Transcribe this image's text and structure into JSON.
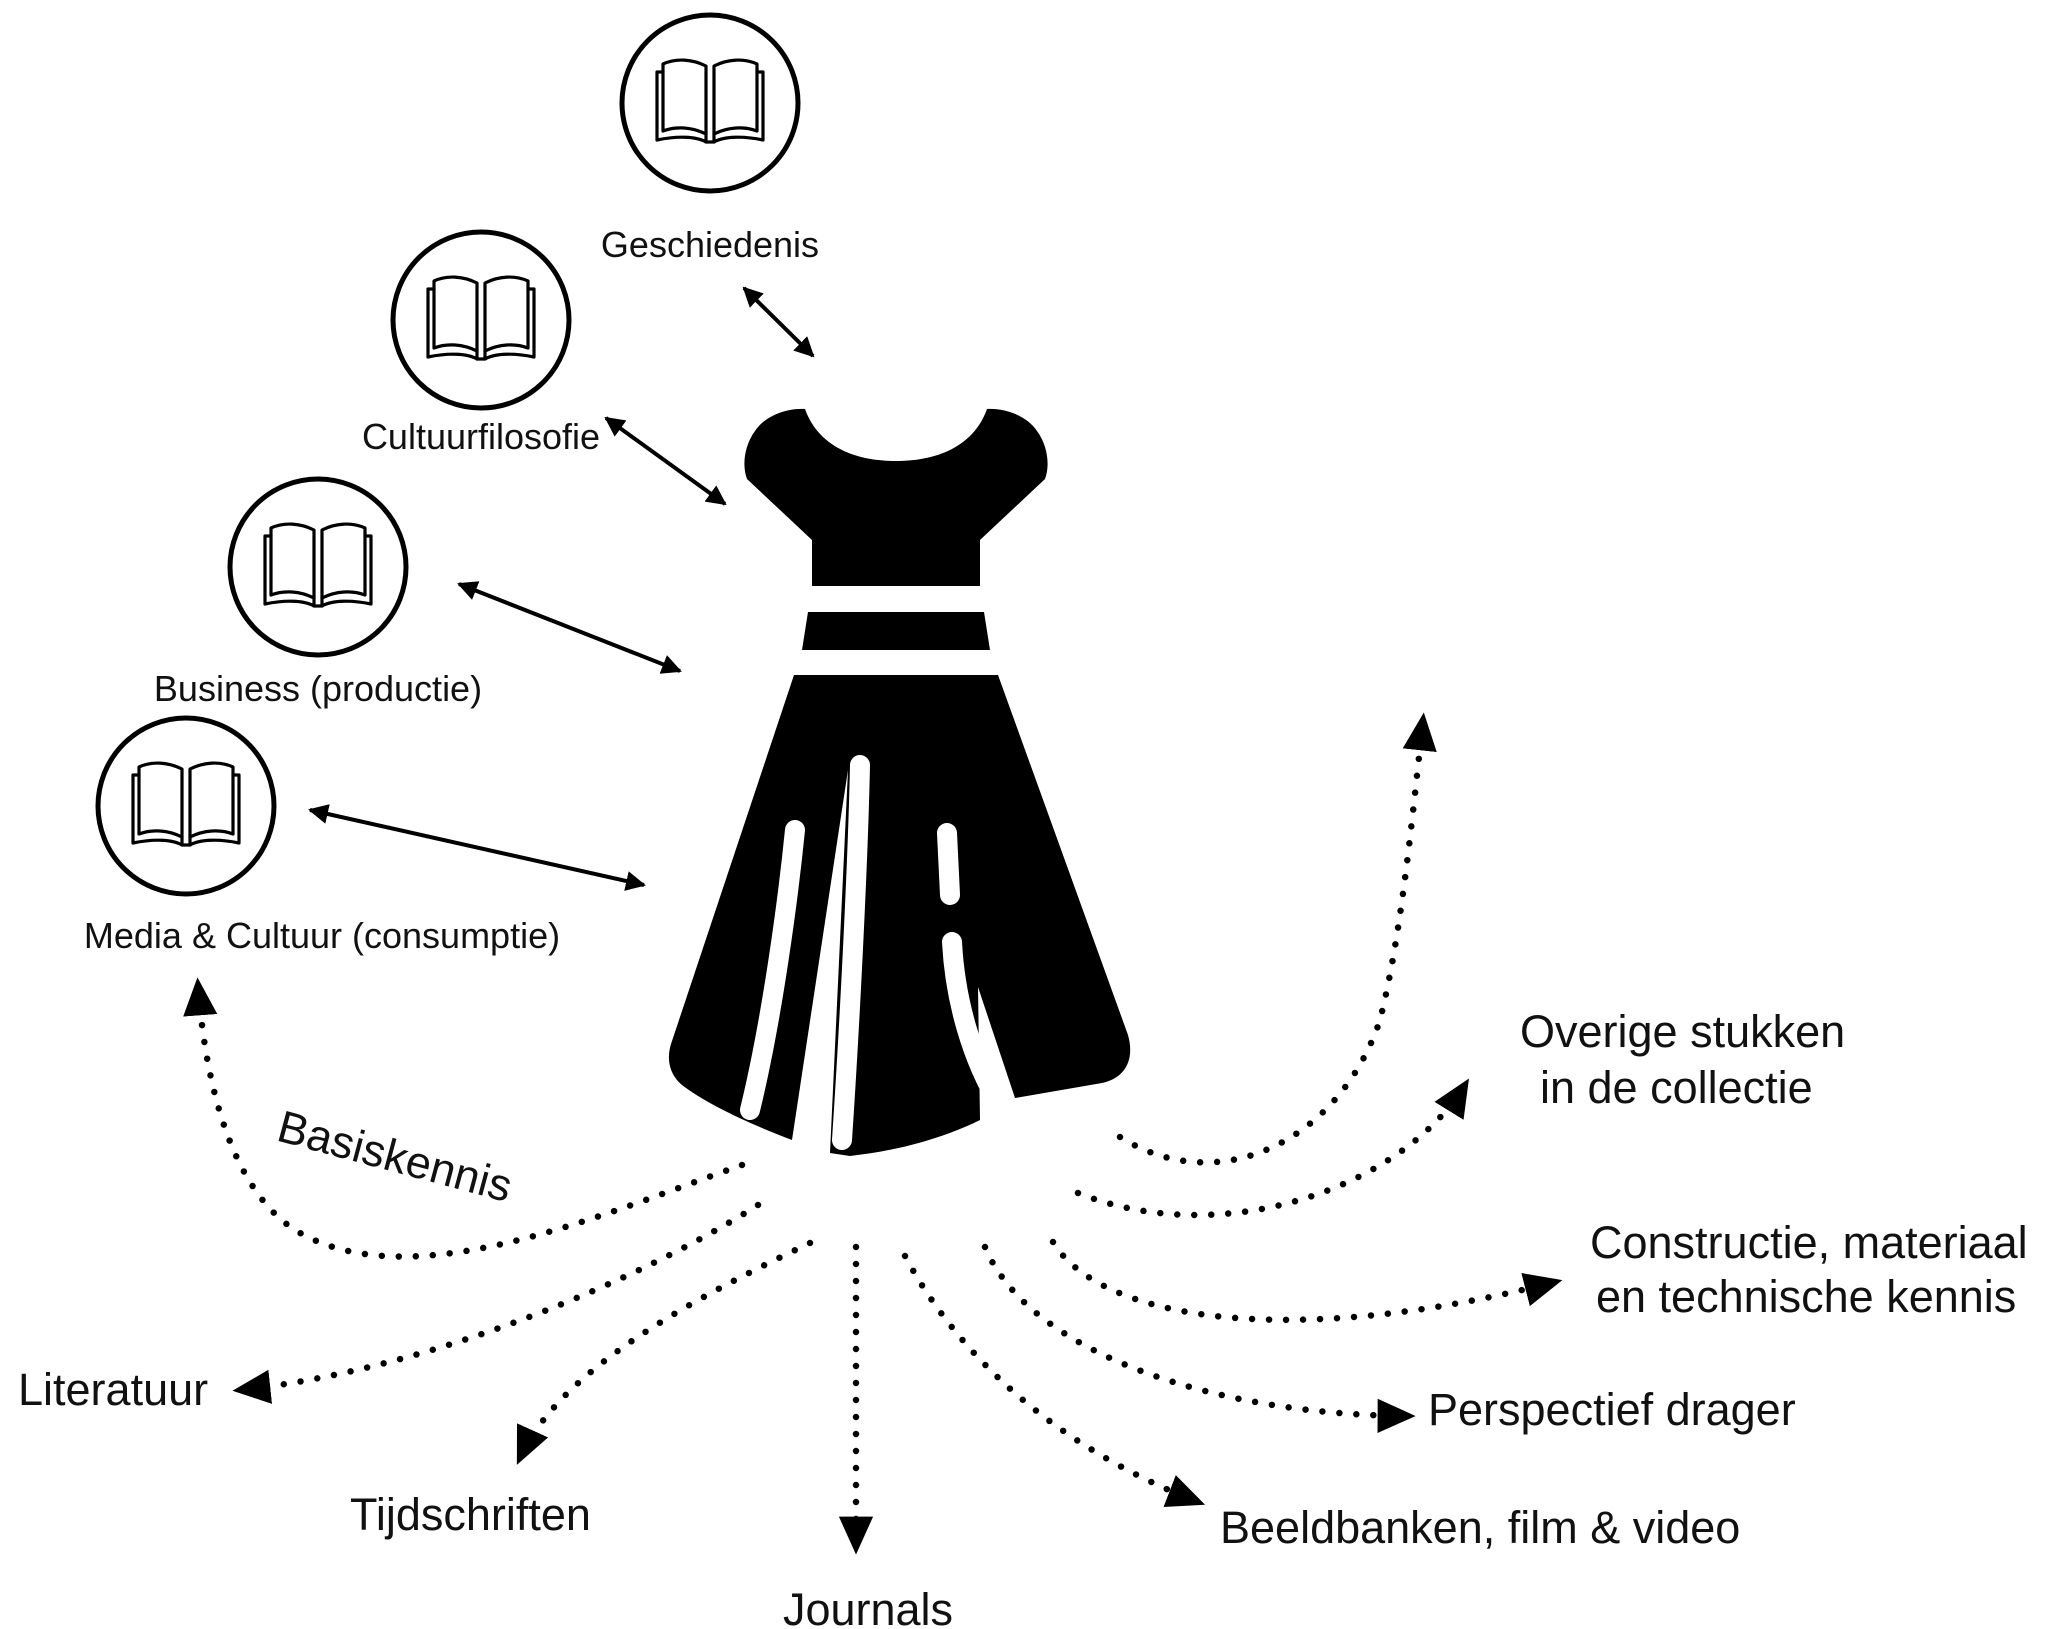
{
  "knowledge_sources": [
    {
      "id": "geschiedenis",
      "label": "Geschiedenis",
      "icon": "book-icon"
    },
    {
      "id": "cultuurfilosofie",
      "label": "Cultuurfilosofie",
      "icon": "book-icon"
    },
    {
      "id": "business",
      "label": "Business (productie)",
      "icon": "book-icon"
    },
    {
      "id": "media",
      "label": "Media & Cultuur (consumptie)",
      "icon": "book-icon"
    }
  ],
  "center_object": {
    "icon": "dress-icon"
  },
  "basis_label": "Basiskennis",
  "outputs": {
    "literatuur": "Literatuur",
    "tijdschriften": "Tijdschriften",
    "journals": "Journals",
    "beeldbanken": "Beeldbanken, film & video",
    "perspectief": "Perspectief drager",
    "constructie_line1": "Constructie, materiaal",
    "constructie_line2": "en technische kennis",
    "overige_line1": "Overige stukken",
    "overige_line2": "in  de collectie"
  },
  "colors": {
    "ink": "#000000",
    "background": "#ffffff"
  }
}
